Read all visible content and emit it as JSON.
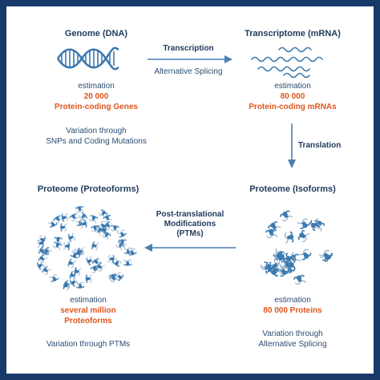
{
  "colors": {
    "frame": "#173a6b",
    "title": "#1f3a5c",
    "text": "#2b4d73",
    "highlight": "#e0551f",
    "arrow": "#4a7fb3",
    "molecule": "#3b79b0"
  },
  "genome": {
    "title": "Genome (DNA)",
    "estimation_label": "estimation",
    "count": "20 000",
    "unit": "Protein-coding Genes",
    "variation_line1": "Variation through",
    "variation_line2": "SNPs and Coding Mutations",
    "icon": "dna-double-helix"
  },
  "transcriptome": {
    "title": "Transcriptome (mRNA)",
    "estimation_label": "estimation",
    "count": "80 000",
    "unit": "Protein-coding mRNAs",
    "icon": "mrna-strands"
  },
  "proteome_isoforms": {
    "title": "Proteome (Isoforms)",
    "estimation_label": "estimation",
    "value": "80 000  Proteins",
    "variation_line1": "Variation through",
    "variation_line2": "Alternative Splicing",
    "icon": "protein-cluster"
  },
  "proteome_proteoforms": {
    "title": "Proteome (Proteoforms)",
    "estimation_label": "estimation",
    "value_line1": "several million",
    "value_line2": "Proteoforms",
    "variation": "Variation through PTMs",
    "icon": "proteoform-cluster"
  },
  "edges": {
    "transcription": {
      "title": "Transcription",
      "sub": "Alternative Splicing"
    },
    "translation": {
      "title": "Translation"
    },
    "ptm": {
      "line1": "Post-translational",
      "line2": "Modifications",
      "line3": "(PTMs)"
    }
  }
}
